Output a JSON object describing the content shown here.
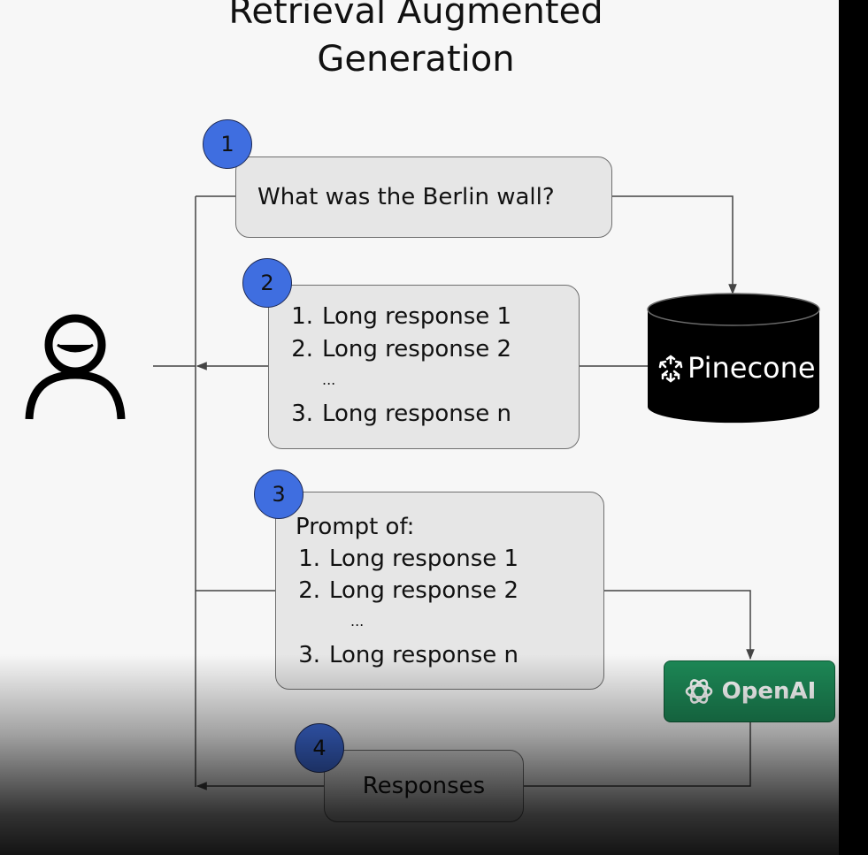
{
  "title": {
    "line1": "Retrieval Augmented",
    "line2": "Generation"
  },
  "steps": {
    "step1": {
      "badge": "1",
      "text": "What was the Berlin wall?"
    },
    "step2": {
      "badge": "2",
      "items": [
        {
          "num": "1.",
          "text": "Long response 1"
        },
        {
          "num": "2.",
          "text": "Long response 2"
        },
        {
          "num": "",
          "text": "..."
        },
        {
          "num": "3.",
          "text": "Long response n"
        }
      ]
    },
    "step3": {
      "badge": "3",
      "heading": "Prompt of:",
      "items": [
        {
          "num": "1.",
          "text": "Long response 1"
        },
        {
          "num": "2.",
          "text": "Long response 2"
        },
        {
          "num": "",
          "text": "..."
        },
        {
          "num": "3.",
          "text": "Long response n"
        }
      ]
    },
    "step4": {
      "badge": "4",
      "text": "Responses"
    }
  },
  "pinecone": {
    "label": "Pinecone",
    "icon": "pinecone-logo-icon",
    "color": "#000000"
  },
  "openai": {
    "label": "OpenAI",
    "icon": "openai-logo-icon",
    "color": "#1d8a57"
  },
  "user": {
    "icon": "user-icon"
  },
  "colors": {
    "badge": "#3f6ee0",
    "box_fill": "#e6e6e6",
    "connector": "#444444"
  }
}
